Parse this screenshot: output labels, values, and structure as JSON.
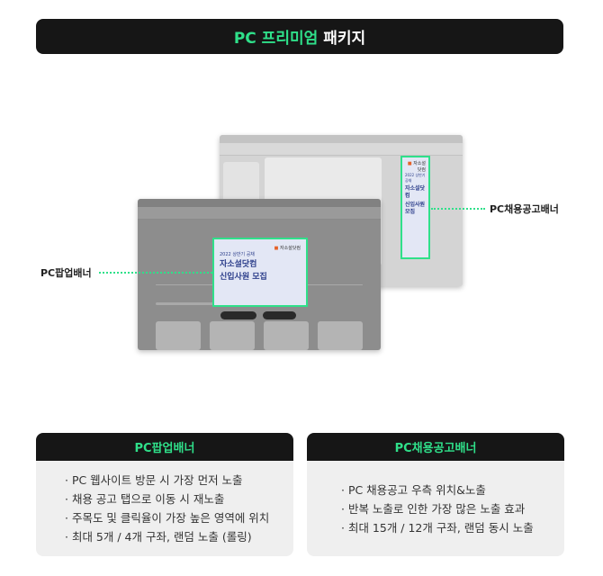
{
  "title": {
    "green": "PC 프리미엄",
    "white": "패키지"
  },
  "popup_banner": {
    "brand": "자소설닷컴",
    "subtitle": "2022 상반기 공채",
    "headline_1": "자소설닷컴",
    "headline_2": "신입사원 모집"
  },
  "side_banner": {
    "brand": "자소설닷컴",
    "subtitle": "2022 상반기 공채",
    "headline_1": "자소설닷컴",
    "headline_2": "신입사원 모집"
  },
  "labels": {
    "popup": "PC팝업배너",
    "side": "PC채용공고배너"
  },
  "cards": [
    {
      "title": "PC팝업배너",
      "items": [
        "· PC 웹사이트 방문 시 가장 먼저 노출",
        "· 채용 공고 탭으로 이동 시 재노출",
        "· 주목도 및 클릭율이 가장 높은 영역에 위치",
        "· 최대 5개 / 4개 구좌, 랜덤 노출 (롤링)"
      ]
    },
    {
      "title": "PC채용공고배너",
      "items": [
        "· PC 채용공고 우측 위치&노출",
        "· 반복 노출로 인한 가장 많은 노출 효과",
        "· 최대 15개 / 12개 구좌, 랜덤 동시 노출"
      ]
    }
  ],
  "colors": {
    "accent": "#2fe08a",
    "dark": "#161616",
    "card_bg": "#efefef"
  }
}
